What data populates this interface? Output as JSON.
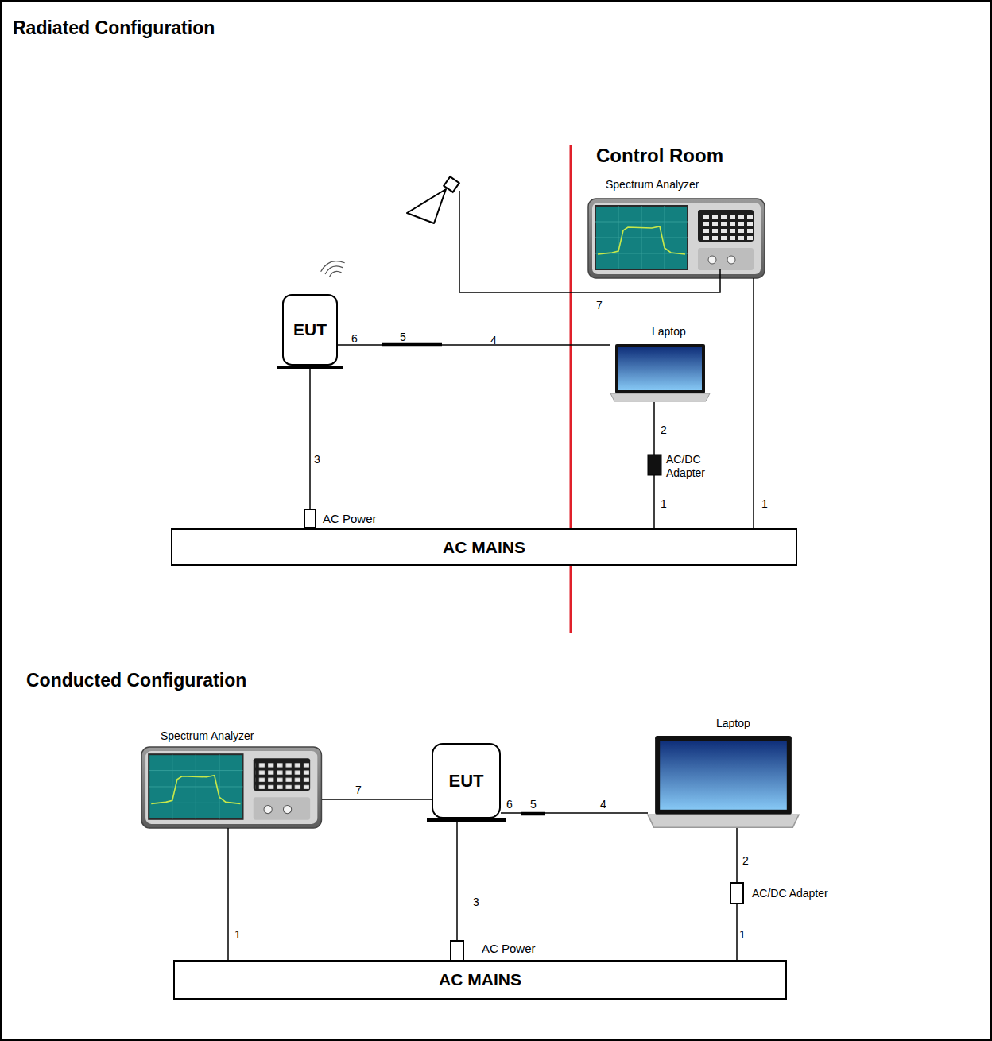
{
  "diagram": {
    "nodes": [
      {
        "text": [
          "Spectrum Analyzer"
        ]
      },
      {
        "text": [
          "EUT"
        ]
      },
      {
        "text": [
          "Laptop"
        ]
      },
      {
        "text": [
          "AC/DC Adapter"
        ]
      },
      {
        "text": [
          "AC Power"
        ]
      },
      {
        "text": [
          "AC MAINS"
        ]
      },
      {
        "text": [
          "Spectrum Analyzer"
        ]
      },
      {
        "text": [
          "EUT"
        ]
      },
      {
        "text": [
          "Laptop"
        ]
      },
      {
        "text": [
          "AC/DC Adapter"
        ]
      },
      {
        "text": [
          "AC Power"
        ]
      },
      {
        "text": [
          "AC MAINS"
        ]
      }
    ],
    "edges": [
      {
        "from": 1,
        "to": 4,
        "arrow": "none"
      },
      {
        "from": 1,
        "to": 2,
        "arrow": "none"
      },
      {
        "from": 2,
        "to": 3,
        "arrow": "none"
      },
      {
        "from": 3,
        "to": 5,
        "arrow": "none"
      },
      {
        "from": 0,
        "to": 5,
        "arrow": "none"
      },
      {
        "from": 6,
        "to": 7,
        "arrow": "none"
      },
      {
        "from": 7,
        "to": 8,
        "arrow": "none"
      },
      {
        "from": 8,
        "to": 9,
        "arrow": "none"
      },
      {
        "from": 9,
        "to": 11,
        "arrow": "none"
      },
      {
        "from": 6,
        "to": 11,
        "arrow": "none"
      },
      {
        "from": 7,
        "to": 10,
        "arrow": "none"
      }
    ],
    "labels": [
      "Radiated Configuration",
      "Control Room",
      "7",
      "6",
      "5",
      "4",
      "2",
      "3",
      "1",
      "1",
      "Conducted Configuration",
      "7",
      "6",
      "5",
      "4",
      "2",
      "3",
      "1",
      "1"
    ]
  }
}
